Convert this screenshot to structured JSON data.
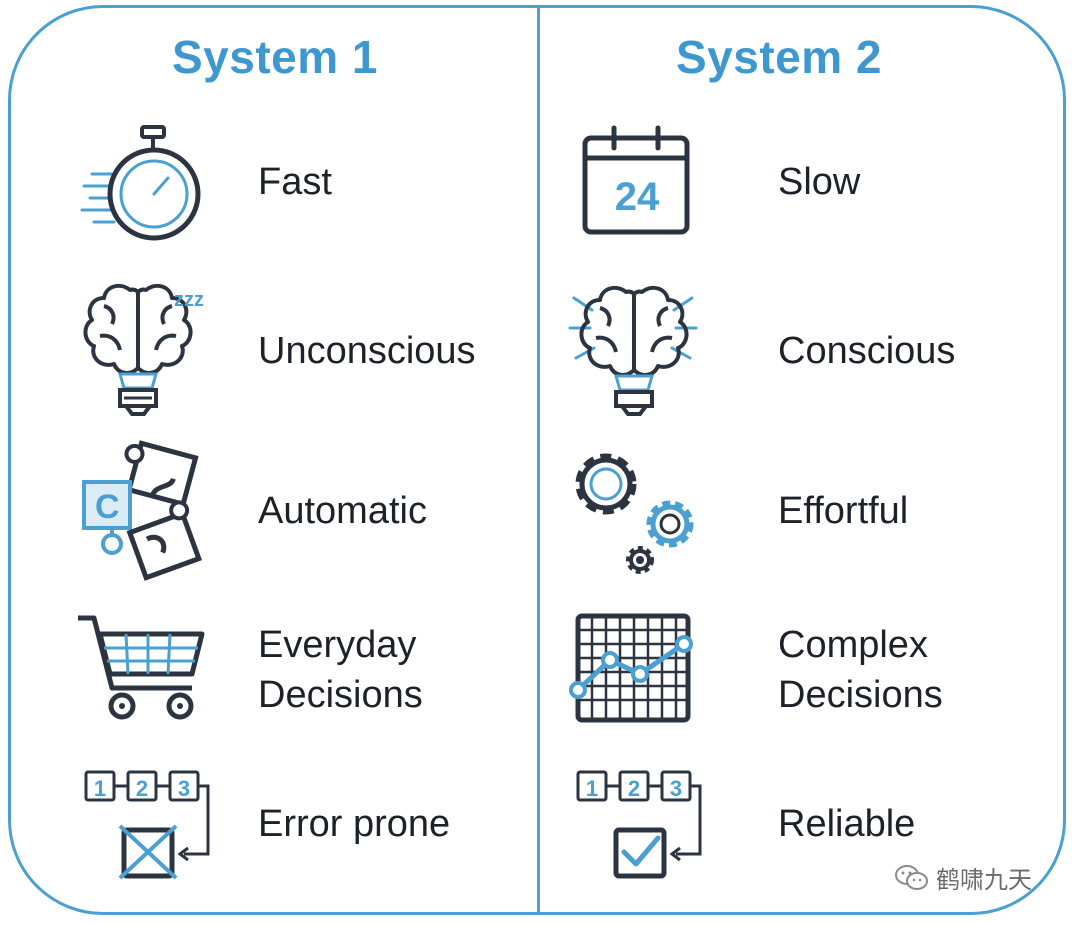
{
  "columns": [
    {
      "title": "System 1",
      "items": [
        {
          "label": "Fast",
          "icon": "stopwatch-icon"
        },
        {
          "label": "Unconscious",
          "icon": "sleeping-brain-bulb-icon"
        },
        {
          "label": "Automatic",
          "icon": "puzzle-pieces-icon"
        },
        {
          "label": "Everyday\nDecisions",
          "icon": "shopping-cart-icon"
        },
        {
          "label": "Error prone",
          "icon": "steps-checkbox-cross-icon"
        }
      ]
    },
    {
      "title": "System 2",
      "items": [
        {
          "label": "Slow",
          "icon": "calendar-icon"
        },
        {
          "label": "Conscious",
          "icon": "glowing-brain-bulb-icon"
        },
        {
          "label": "Effortful",
          "icon": "gears-icon"
        },
        {
          "label": "Complex\nDecisions",
          "icon": "line-chart-grid-icon"
        },
        {
          "label": "Reliable",
          "icon": "steps-checkbox-check-icon"
        }
      ]
    }
  ],
  "icon_text": {
    "calendar_day": "24",
    "sleep_z": "zzz",
    "puzzle_letter": "C",
    "steps": [
      "1",
      "2",
      "3"
    ]
  },
  "watermark": "鹤啸九天",
  "colors": {
    "accent": "#4a9fd3",
    "ink": "#2b3440",
    "text": "#1d2128"
  }
}
